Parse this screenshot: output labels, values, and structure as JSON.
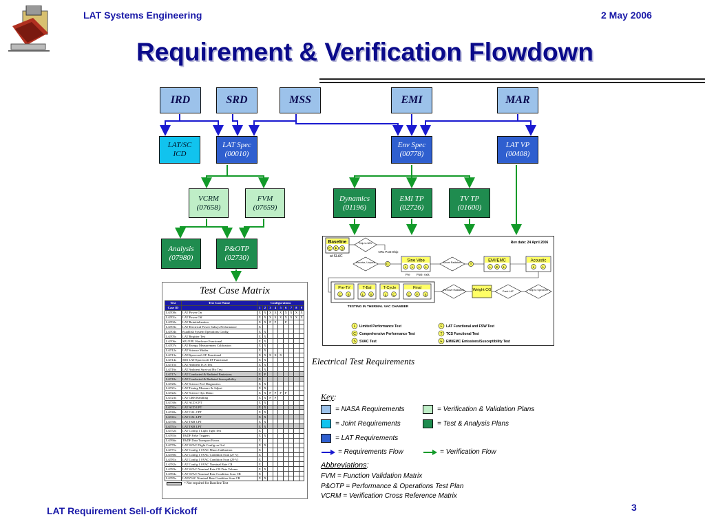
{
  "header": {
    "left": "LAT Systems Engineering",
    "right": "2 May 2006"
  },
  "title": "Requirement & Verification Flowdown",
  "top_docs": [
    "IRD",
    "SRD",
    "MSS",
    "EMI",
    "MAR"
  ],
  "lat_sc_icd": [
    "LAT/SC",
    "ICD"
  ],
  "lat_spec": [
    "LAT Spec",
    "(00010)"
  ],
  "env_spec": [
    "Env Spec",
    "(00778)"
  ],
  "lat_vp": [
    "LAT VP",
    "(00408)"
  ],
  "vcrm": [
    "VCRM",
    "(07658)"
  ],
  "fvm": [
    "FVM",
    "(07659)"
  ],
  "dynamics": [
    "Dynamics",
    "(01196)"
  ],
  "emi_tp": [
    "EMI TP",
    "(02726)"
  ],
  "tv_tp": [
    "TV TP",
    "(01600)"
  ],
  "analysis": [
    "Analysis",
    "(07980)"
  ],
  "potp": [
    "P&OTP",
    "(02730)"
  ],
  "test_case_matrix": {
    "title": "Test Case Matrix",
    "col_test": "Test",
    "col_name": "Test Case Name",
    "col_configs": "Configurations",
    "col_caseid": "Case ID",
    "config_numbers": [
      "1",
      "2",
      "3",
      "4",
      "5",
      "6",
      "7",
      "8",
      "9"
    ],
    "rows": [
      {
        "id": "LAT00x",
        "name": "LAT Power On",
        "marks": [
          "X",
          "X",
          "X",
          "X",
          "X",
          "X",
          "X",
          "X",
          "X"
        ],
        "gray": false
      },
      {
        "id": "LAT01x",
        "name": "LAT Power Off",
        "marks": [
          "X",
          "X",
          "X",
          "X",
          "X",
          "X",
          "X",
          "X",
          "X"
        ],
        "gray": false
      },
      {
        "id": "LAT02x",
        "name": "LAT Reinitialization",
        "marks": [
          "X",
          "X",
          "P",
          "P",
          "",
          "P",
          "",
          "",
          ""
        ],
        "gray": false
      },
      {
        "id": "LAT03x",
        "name": "LAT Electrical Power Subsys Performance",
        "marks": [
          "X",
          "",
          "",
          "",
          "",
          "",
          "",
          "",
          ""
        ],
        "gray": false
      },
      {
        "id": "LAT04x",
        "name": "Establish System Operations Config",
        "marks": [
          "X",
          "X",
          "",
          "",
          "",
          "",
          "",
          "",
          ""
        ],
        "gray": false
      },
      {
        "id": "LAT05x",
        "name": "LAT Register Test",
        "marks": [
          "X",
          "X",
          "",
          "",
          "",
          "",
          "",
          "",
          ""
        ],
        "gray": false
      },
      {
        "id": "LAT06x",
        "name": "SIU/EPU Hardware Functional",
        "marks": [
          "X",
          "X",
          "",
          "",
          "",
          "",
          "",
          "",
          ""
        ],
        "gray": false
      },
      {
        "id": "LAT07x",
        "name": "LAT Energy Measurement Calibration",
        "marks": [
          "X",
          "X",
          "",
          "",
          "",
          "",
          "",
          "",
          ""
        ],
        "gray": false
      },
      {
        "id": "LAT12x",
        "name": "LAT Science Modes",
        "marks": [
          "X",
          "X",
          "",
          "",
          "",
          "",
          "",
          "",
          ""
        ],
        "gray": false
      },
      {
        "id": "LAT13x",
        "name": "LAT/Spacecraft I/F Functional",
        "marks": [
          "X",
          "X",
          "X",
          "X",
          "X",
          "",
          "",
          "",
          ""
        ],
        "gray": false
      },
      {
        "id": "LAT14x",
        "name": "SIIS LAT/Spacecraft I/F Functional",
        "marks": [
          "X",
          "X",
          "",
          "",
          "",
          "",
          "",
          "",
          ""
        ],
        "gray": false
      },
      {
        "id": "LAT15x",
        "name": "LAT Ambient TCS Test",
        "marks": [
          "X",
          "X",
          "",
          "",
          "",
          "",
          "",
          "",
          ""
        ],
        "gray": false
      },
      {
        "id": "LAT16x",
        "name": "LAT Ambient Survival Htr Test",
        "marks": [
          "X",
          "X",
          "",
          "",
          "",
          "",
          "",
          "",
          ""
        ],
        "gray": false
      },
      {
        "id": "LAT17x",
        "name": "LAT Conducted & Radiated Emissions",
        "marks": [
          "X",
          "P",
          "",
          "",
          "",
          "",
          "",
          "",
          ""
        ],
        "gray": true
      },
      {
        "id": "LAT18x",
        "name": "LAT Conducted & Radiated Susceptibility",
        "marks": [
          "X",
          "",
          "",
          "",
          "",
          "",
          "",
          "",
          ""
        ],
        "gray": true
      },
      {
        "id": "LAT20x",
        "name": "LAT Science Perf Diagnostics",
        "marks": [
          "X",
          "X",
          "",
          "",
          "",
          "",
          "",
          "",
          ""
        ],
        "gray": false
      },
      {
        "id": "LAT21x",
        "name": "LAT Timing Measure & Adjust",
        "marks": [
          "X",
          "X",
          "",
          "",
          "",
          "",
          "",
          "",
          ""
        ],
        "gray": false
      },
      {
        "id": "LAT22x",
        "name": "LAT Science Ops Demo",
        "marks": [
          "X",
          "X",
          "P",
          "P",
          "P",
          "P",
          "",
          "",
          ""
        ],
        "gray": false
      },
      {
        "id": "LAT23x",
        "name": "LAT GRB Handling",
        "marks": [
          "X",
          "X",
          "P",
          "P",
          "",
          "",
          "",
          "",
          ""
        ],
        "gray": false
      },
      {
        "id": "LAT30x",
        "name": "LAT ACD CPT",
        "marks": [
          "X",
          "X",
          "",
          "",
          "",
          "",
          "",
          "",
          ""
        ],
        "gray": false
      },
      {
        "id": "LAT31x",
        "name": "LAT ACD LPT",
        "marks": [
          "X",
          "X",
          "",
          "",
          "",
          "",
          "",
          "",
          ""
        ],
        "gray": true
      },
      {
        "id": "LAT40x",
        "name": "LAT CAL CPT",
        "marks": [
          "X",
          "X",
          "",
          "",
          "",
          "",
          "",
          "",
          ""
        ],
        "gray": false
      },
      {
        "id": "LAT41x",
        "name": "LAT CAL LPT",
        "marks": [
          "X",
          "X",
          "",
          "",
          "",
          "",
          "",
          "",
          ""
        ],
        "gray": true
      },
      {
        "id": "LAT50x",
        "name": "LAT TKR CPT",
        "marks": [
          "X",
          "X",
          "",
          "",
          "",
          "",
          "",
          "",
          ""
        ],
        "gray": false
      },
      {
        "id": "LAT51x",
        "name": "LAT TKR LPT",
        "marks": [
          "X",
          "X",
          "",
          "",
          "",
          "",
          "",
          "",
          ""
        ],
        "gray": true
      },
      {
        "id": "LAT52x",
        "name": "LAT Config 1 Light Tight Test",
        "marks": [
          "X",
          "",
          "",
          "",
          "",
          "",
          "",
          "",
          ""
        ],
        "gray": false
      },
      {
        "id": "LAT65x",
        "name": "T&DF False Triggers",
        "marks": [
          "X",
          "X",
          "",
          "",
          "",
          "",
          "",
          "",
          ""
        ],
        "gray": false
      },
      {
        "id": "LAT66x",
        "name": "T&DF Data Transport Errors",
        "marks": [
          "X",
          "",
          "",
          "",
          "",
          "",
          "",
          "",
          ""
        ],
        "gray": false
      },
      {
        "id": "LAT70x",
        "name": "LAT SVAC Flight Config on Grd",
        "marks": [
          "X",
          "X",
          "",
          "",
          "",
          "",
          "",
          "",
          ""
        ],
        "gray": false
      },
      {
        "id": "LAT71x",
        "name": "LAT Config 1 SVAC Muon Calibration",
        "marks": [
          "X",
          "",
          "",
          "",
          "",
          "",
          "",
          "",
          ""
        ],
        "gray": false
      },
      {
        "id": "LAT80x",
        "name": "LAT Config 1 SVAC Condition Scan (27 V)",
        "marks": [
          "X",
          "",
          "",
          "",
          "",
          "",
          "",
          "",
          ""
        ],
        "gray": false
      },
      {
        "id": "LAT81x",
        "name": "LAT Config 1 SVAC Condition Scan (29 V)",
        "marks": [
          "X",
          "",
          "",
          "",
          "",
          "",
          "",
          "",
          ""
        ],
        "gray": false
      },
      {
        "id": "LAT82x",
        "name": "LAT Config 1 SVAC Nominal Rate CR",
        "marks": [
          "X",
          "",
          "",
          "",
          "",
          "",
          "",
          "",
          ""
        ],
        "gray": false
      },
      {
        "id": "LAT83x",
        "name": "LAT SVAC Nominal Rate CR Data Volume",
        "marks": [
          "X",
          "X",
          "",
          "",
          "",
          "",
          "",
          "",
          ""
        ],
        "gray": false
      },
      {
        "id": "LAT84x",
        "name": "LAT SVAC Nominal Rate Condition Scan CR",
        "marks": [
          "X",
          "",
          "",
          "",
          "",
          "",
          "",
          "",
          ""
        ],
        "gray": false
      },
      {
        "id": "LAT85x",
        "name": "LATSVAC Nominal Rate Condition Scan CR",
        "marks": [
          "X",
          "X",
          "",
          "",
          "",
          "",
          "",
          "",
          ""
        ],
        "gray": false
      }
    ],
    "note": "= Not required for Baseline Test"
  },
  "electrical_test": {
    "caption": "Electrical Test Requirements",
    "rev_date": "Rev date: 24 April 2006",
    "baseline": "Baseline",
    "at_slac": "at SLAC",
    "ship_to_nrl": "Ship to NRL",
    "nrl_post_ship": "NRL Post-Ship",
    "receive_unpack": "Receive, Unpack",
    "sine_vibe": "Sine Vibe",
    "pre": "Pre",
    "post_axis": "Post- Axis",
    "mount_radiators": "Mount Radiators",
    "emi_emc": "EMI/EMC",
    "acoustic": "Acoustic",
    "pre_tv": "Pre-TV",
    "t_bal": "T-Bal",
    "t_cycle": "T-Cycle",
    "final": "Final",
    "remove_radiators": "Remove Radiators",
    "weight_cg": "Weight CG",
    "pack_lat": "Pack LAT",
    "ship_to_spectrum": "Ship to Spectrum",
    "thermal_chamber": "TESTING IN THERMAL VAC CHAMBER",
    "legend": [
      {
        "code": "L",
        "text": "Limited Performance Test"
      },
      {
        "code": "C",
        "text": "Comprehensive Performance Test"
      },
      {
        "code": "S",
        "text": "SVAC Test"
      },
      {
        "code": "F",
        "text": "LAT Functional and FSW Test"
      },
      {
        "code": "T",
        "text": "TCS Functional Test"
      },
      {
        "code": "E",
        "text": "EMI/EMC Emissions/Susceptibility Test"
      }
    ]
  },
  "key": {
    "title": "Key",
    "colon": ":",
    "nasa": "= NASA Requirements",
    "vv": "= Verification & Validation Plans",
    "joint": "= Joint Requirements",
    "tap": "= Test & Analysis Plans",
    "lat": "= LAT Requirements",
    "req_flow": "= Requirements Flow",
    "ver_flow": "= Verification Flow",
    "abbr_title": "Abbreviations",
    "abbr": [
      "FVM = Function Validation Matrix",
      "P&OTP = Performance & Operations Test Plan",
      "VCRM = Verification Cross Reference Matrix"
    ]
  },
  "footer": {
    "left": "LAT Requirement Sell-off Kickoff",
    "page": "3"
  },
  "colors": {
    "nasa": "#9cc2ea",
    "lat": "#2f5fcf",
    "joint": "#11c3ee",
    "vv": "#bfeec7",
    "tap": "#1f8c4f",
    "req_arrow": "#1a1ad0",
    "ver_arrow": "#129a29"
  }
}
